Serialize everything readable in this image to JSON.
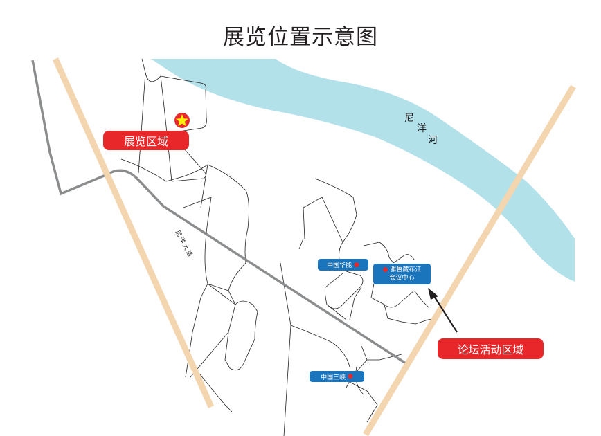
{
  "title": "展览位置示意图",
  "river": {
    "label": [
      "尼",
      "洋",
      "河"
    ],
    "color": "#b3e1ea"
  },
  "road": {
    "label": "尼洋大道"
  },
  "areas": {
    "exhibition": {
      "label": "展览区域",
      "color": "#e8272a"
    },
    "forum": {
      "label": "论坛活动区域",
      "color": "#e8272a"
    }
  },
  "landmarks": {
    "huaneng": {
      "label": "中国华能"
    },
    "conference": {
      "line1": "雅鲁藏布江",
      "line2": "会议中心"
    },
    "sanxia": {
      "label": "中国三峡"
    }
  },
  "colors": {
    "label_blue": "#1b75bc",
    "boundary_tan": "#f3d5b0",
    "main_road": "#8a8c8e"
  }
}
